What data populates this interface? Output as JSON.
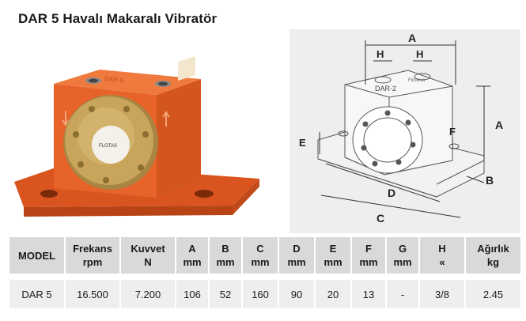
{
  "page": {
    "title": "DAR 5 Havalı Makaralı Vibratör"
  },
  "photo": {
    "body_label": "DAR-5",
    "plate_label": "FLOTAS"
  },
  "diagram": {
    "label_A_top": "A",
    "label_H_left": "H",
    "label_H_right": "H",
    "label_model": "DAR-2",
    "label_A_right": "A",
    "label_E": "E",
    "label_F": "F",
    "label_B": "B",
    "label_D": "D",
    "label_C": "C",
    "brand_mark": "Findeva"
  },
  "table": {
    "headers": [
      {
        "line1": "MODEL",
        "line2": ""
      },
      {
        "line1": "Frekans",
        "line2": "rpm"
      },
      {
        "line1": "Kuvvet",
        "line2": "N"
      },
      {
        "line1": "A",
        "line2": "mm"
      },
      {
        "line1": "B",
        "line2": "mm"
      },
      {
        "line1": "C",
        "line2": "mm"
      },
      {
        "line1": "D",
        "line2": "mm"
      },
      {
        "line1": "E",
        "line2": "mm"
      },
      {
        "line1": "F",
        "line2": "mm"
      },
      {
        "line1": "G",
        "line2": "mm"
      },
      {
        "line1": "H",
        "line2": "«"
      },
      {
        "line1": "Ağırlık",
        "line2": "kg"
      }
    ],
    "rows": [
      [
        "DAR 5",
        "16.500",
        "7.200",
        "106",
        "52",
        "160",
        "90",
        "20",
        "13",
        "-",
        "3/8",
        "2.45"
      ]
    ]
  },
  "colors": {
    "body_orange": "#e8632a",
    "brass_plate": "#c8a55a",
    "header_gray": "#d9d9d9",
    "row_gray": "#eeeeee",
    "diagram_bg": "#eeeeee"
  }
}
